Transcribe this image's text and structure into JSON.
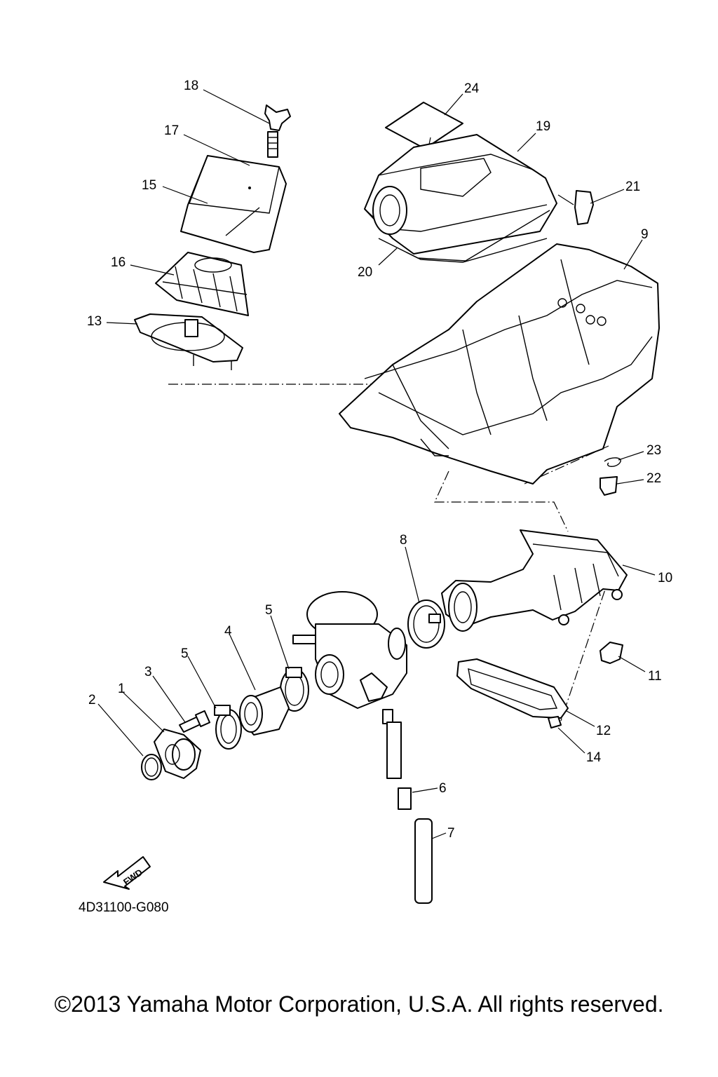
{
  "diagram": {
    "callouts": [
      "1",
      "2",
      "3",
      "4",
      "5",
      "5",
      "6",
      "7",
      "8",
      "9",
      "10",
      "11",
      "12",
      "13",
      "14",
      "15",
      "16",
      "17",
      "18",
      "19",
      "20",
      "21",
      "22",
      "23",
      "24"
    ],
    "fwd_label": "FWD",
    "ref_code": "4D31100-G080"
  },
  "footer": {
    "copyright": "©2013 Yamaha Motor Corporation, U.S.A. All rights reserved."
  },
  "icons": [
    "fwd-arrow-icon"
  ]
}
